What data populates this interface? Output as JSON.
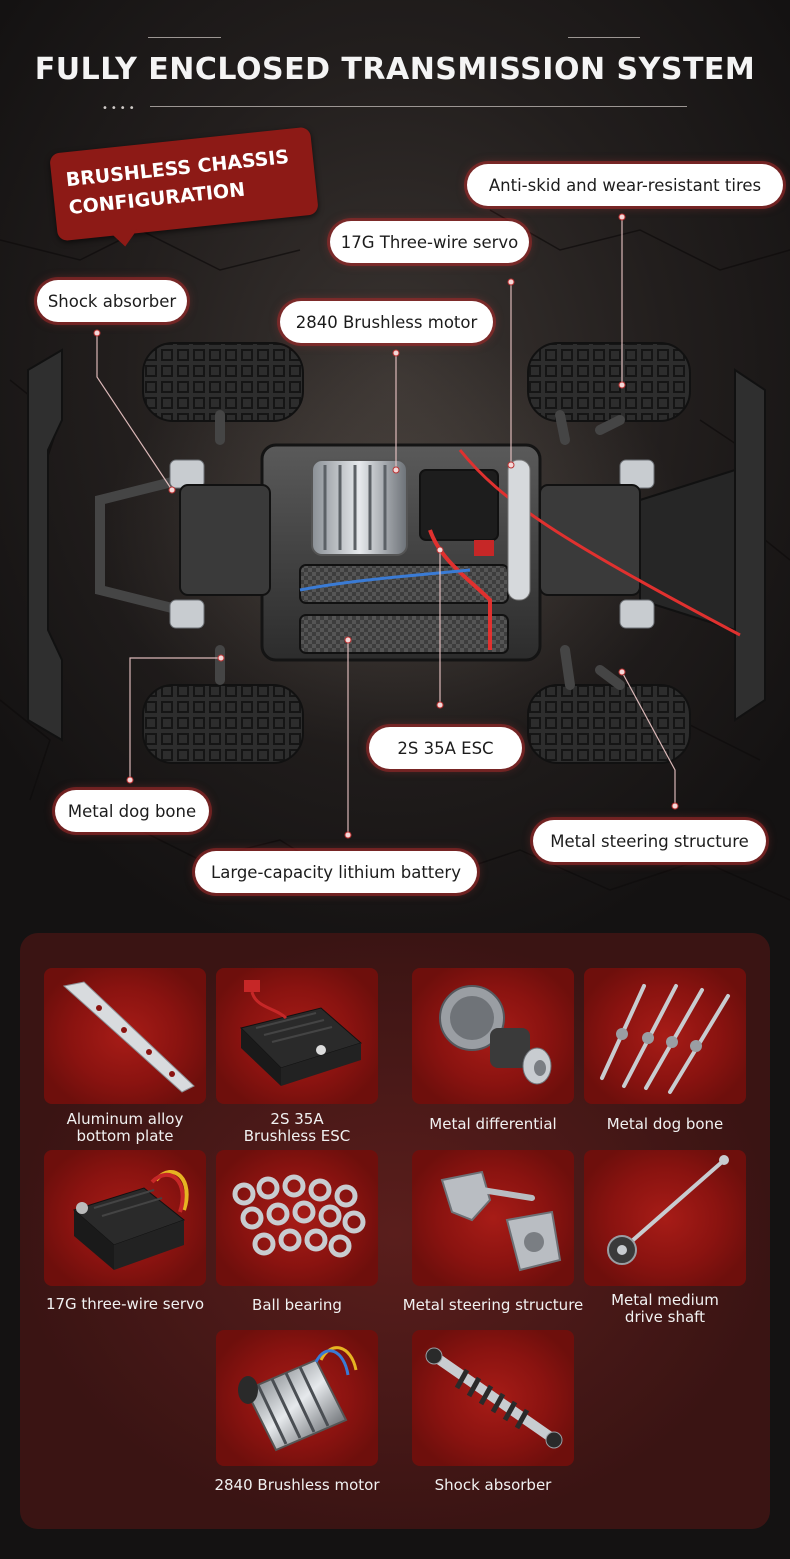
{
  "title": "FULLY ENCLOSED TRANSMISSION SYSTEM",
  "title_dots": "••••",
  "badge": {
    "line1": "BRUSHLESS CHASSIS",
    "line2": "CONFIGURATION",
    "color": "#8d1a16"
  },
  "callouts": {
    "tires": "Anti-skid and wear-resistant tires",
    "servo": "17G Three-wire servo",
    "shock": "Shock absorber",
    "motor": "2840 Brushless motor",
    "esc": "2S 35A ESC",
    "dogbone": "Metal dog bone",
    "steering": "Metal steering structure",
    "battery": "Large-capacity lithium battery"
  },
  "parts": [
    {
      "icon": "aluminum-plate-icon",
      "label_line1": "Aluminum alloy",
      "label_line2": "bottom plate"
    },
    {
      "icon": "esc-icon",
      "label_line1": "2S 35A",
      "label_line2": "Brushless ESC"
    },
    {
      "icon": "differential-icon",
      "label_line1": "Metal differential",
      "label_line2": ""
    },
    {
      "icon": "dogbone-icon",
      "label_line1": "Metal dog bone",
      "label_line2": ""
    },
    {
      "icon": "servo-icon",
      "label_line1": "17G three-wire servo",
      "label_line2": ""
    },
    {
      "icon": "bearing-icon",
      "label_line1": "Ball bearing",
      "label_line2": ""
    },
    {
      "icon": "steering-icon",
      "label_line1": "Metal steering structure",
      "label_line2": ""
    },
    {
      "icon": "driveshaft-icon",
      "label_line1": "Metal medium",
      "label_line2": "drive shaft"
    },
    {
      "icon": "motor-icon",
      "label_line1": "2840 Brushless motor",
      "label_line2": ""
    },
    {
      "icon": "shock-icon",
      "label_line1": "Shock absorber",
      "label_line2": ""
    }
  ],
  "colors": {
    "accent": "#8d1a16",
    "tile": "#a71c17",
    "panel": "#471817",
    "wire_red": "#e0312f"
  }
}
